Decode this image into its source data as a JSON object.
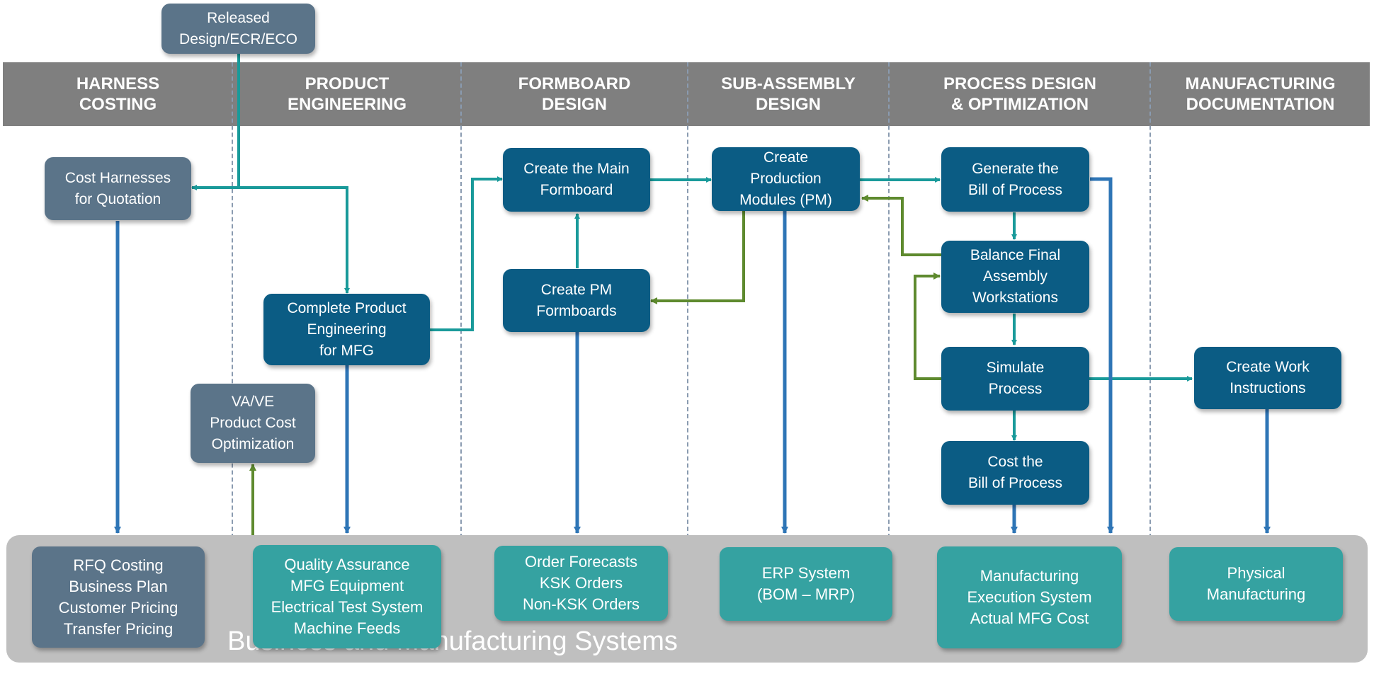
{
  "columns": [
    "HARNESS\nCOSTING",
    "PRODUCT\nENGINEERING",
    "FORMBOARD\nDESIGN",
    "SUB-ASSEMBLY\nDESIGN",
    "PROCESS DESIGN\n& OPTIMIZATION",
    "MANUFACTURING\nDOCUMENTATION"
  ],
  "process_boxes": {
    "released_design": "Released\nDesign/ECR/ECO",
    "cost_harnesses": "Cost Harnesses\nfor Quotation",
    "complete_product_engineering": "Complete Product\nEngineering\nfor MFG",
    "va_ve": "VA/VE\nProduct Cost\nOptimization",
    "create_main_formboard": "Create the Main\nFormboard",
    "create_pm_formboards": "Create PM\nFormboards",
    "create_production_modules": "Create\nProduction\nModules (PM)",
    "generate_bill_of_process": "Generate the\nBill of Process",
    "balance_final_assembly": "Balance Final\nAssembly\nWorkstations",
    "simulate_process": "Simulate\nProcess",
    "cost_bill_of_process": "Cost the\nBill of Process",
    "create_work_instructions": "Create Work\nInstructions"
  },
  "systems": {
    "title": "Business and Manufacturing Systems",
    "rfq": "RFQ Costing\nBusiness Plan\nCustomer Pricing\nTransfer Pricing",
    "quality": "Quality Assurance\nMFG Equipment\nElectrical Test System\nMachine Feeds",
    "orders": "Order Forecasts\nKSK Orders\nNon-KSK Orders",
    "erp": "ERP System\n(BOM – MRP)",
    "mes": "Manufacturing\nExecution System\nActual MFG Cost",
    "physical": "Physical\nManufacturing"
  },
  "colors": {
    "header": "#7f7f7f",
    "process_box": "#0b5c84",
    "slate_box": "#5b7489",
    "system_box": "#35a2a1",
    "band": "#bfbfbf",
    "flow_arrow": "#199a9a",
    "system_arrow": "#2e75b6",
    "feedback_arrow": "#5e8a2e"
  }
}
